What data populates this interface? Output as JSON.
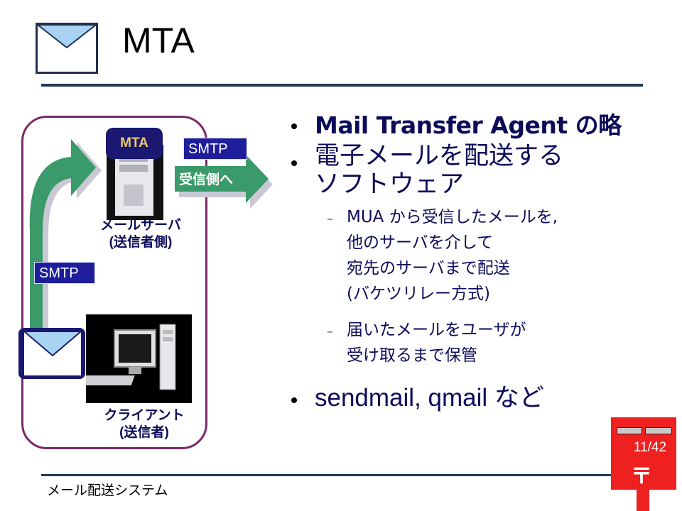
{
  "slide": {
    "title": "MTA",
    "bullets": [
      "Mail Transfer Agent の略",
      "電子メールを配送する",
      "ソフトウェア",
      "sendmail, qmail など"
    ],
    "sub_bullets": [
      [
        "MUA から受信したメールを,",
        "他のサーバを介して",
        "宛先のサーバまで配送",
        "(バケツリレー方式)"
      ],
      [
        "届いたメールをユーザが",
        "受け取るまで保管"
      ]
    ],
    "sub_dash": "–"
  },
  "diagram": {
    "server_badge": "MTA",
    "smtp_label_1": "SMTP",
    "smtp_label_2": "SMTP",
    "arrow_label": "受信側へ",
    "server_caption_1": "メールサーバ",
    "server_caption_2": "(送信者側)",
    "client_caption_1": "クライアント",
    "client_caption_2": "(送信者)"
  },
  "footer": {
    "text": "メール配送システム",
    "page": "11/42",
    "post_mark": "〒"
  },
  "icons": [
    "envelope-icon",
    "server-icon",
    "computer-icon",
    "postbox-icon"
  ],
  "colors": {
    "title_rule": "#1f3a55",
    "accent_green": "#3a9a6a",
    "navy": "#1a1870",
    "frame": "#7a2a6a",
    "postbox": "#ee2020"
  }
}
